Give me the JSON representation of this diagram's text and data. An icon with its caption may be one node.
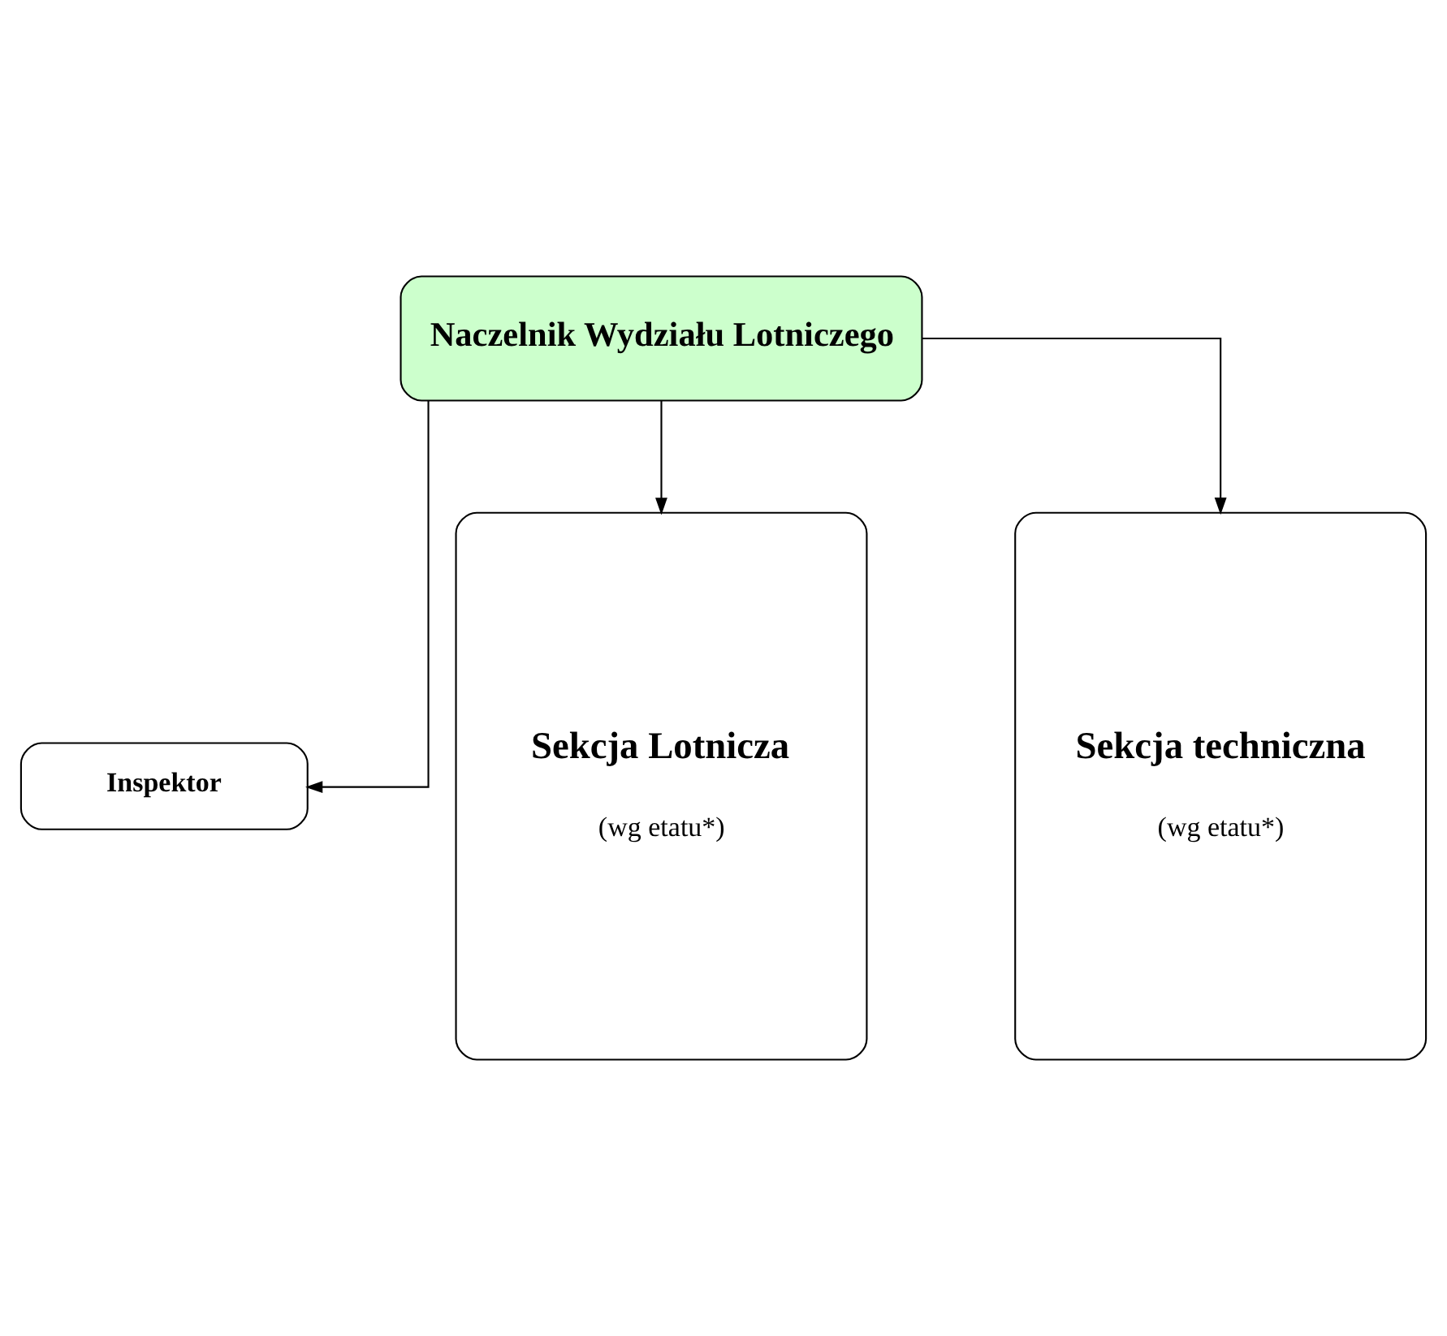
{
  "diagram": {
    "nodes": [
      {
        "text": [
          "Naczelnik Wydziału Lotniczego"
        ]
      },
      {
        "text": [
          "Inspektor"
        ]
      },
      {
        "text": [
          "Sekcja Lotnicza",
          "(wg etatu*)"
        ]
      },
      {
        "text": [
          "Sekcja techniczna",
          "(wg etatu*)"
        ]
      }
    ],
    "edges": [
      {
        "from": 0,
        "to": 1,
        "arrow": "to"
      },
      {
        "from": 0,
        "to": 2,
        "arrow": "to"
      },
      {
        "from": 0,
        "to": 3,
        "arrow": "to"
      }
    ]
  }
}
